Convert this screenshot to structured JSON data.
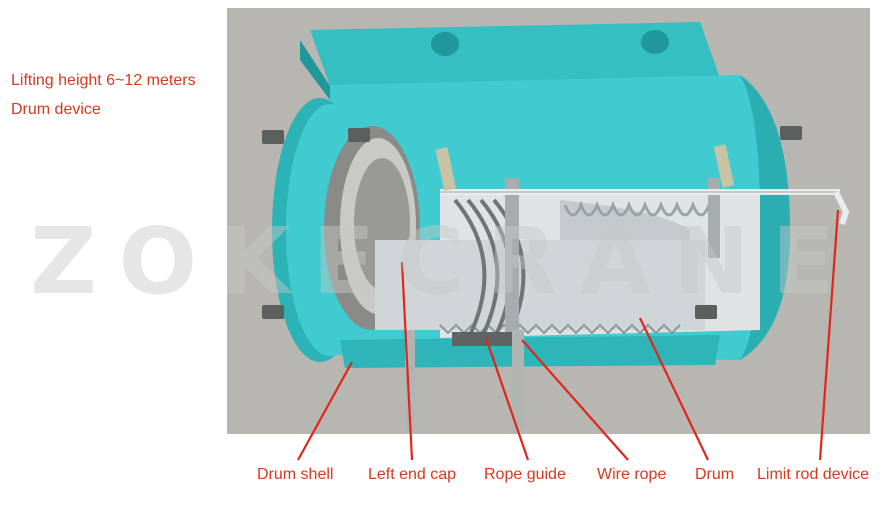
{
  "captions": {
    "line1": "Lifting height 6~12 meters",
    "line2": "Drum device"
  },
  "watermark": "ZOKECRANE",
  "labels": {
    "drum_shell": "Drum shell",
    "left_end_cap": "Left end cap",
    "rope_guide": "Rope guide",
    "wire_rope": "Wire rope",
    "drum": "Drum",
    "limit_rod_device": "Limit rod device"
  },
  "colors": {
    "shell": "#3ec8cc",
    "shell_dark": "#26a5aa",
    "panel_bg": "#b7b6b1",
    "leader": "#e0271c",
    "text": "#d63a1f"
  }
}
